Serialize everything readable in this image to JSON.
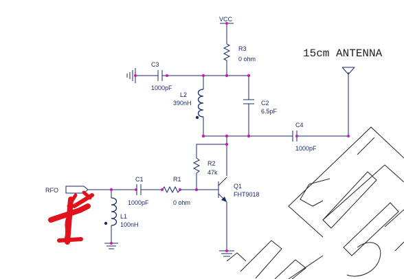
{
  "schematic": {
    "vcc_label": "VCC",
    "antenna_label": "15cm ANTENNA",
    "port_label": "RFO",
    "colors": {
      "wire": "#1a2a6c",
      "junction": "#c21fb0",
      "watermark": "#222222",
      "annotation": "#e0121b"
    },
    "components": {
      "r3": {
        "ref": "R3",
        "value": "0 ohm"
      },
      "c3": {
        "ref": "C3",
        "value": "1000pF"
      },
      "l2": {
        "ref": "L2",
        "value": "390nH"
      },
      "c2": {
        "ref": "C2",
        "value": "6.5pF"
      },
      "c4": {
        "ref": "C4",
        "value": "1000pF"
      },
      "r2": {
        "ref": "R2",
        "value": "47k"
      },
      "c1": {
        "ref": "C1",
        "value": "1000pF"
      },
      "r1": {
        "ref": "R1",
        "value": "0 ohm"
      },
      "q1": {
        "ref": "Q1",
        "value": "FHT9018"
      },
      "l1": {
        "ref": "L1",
        "value": "100nH"
      }
    }
  }
}
